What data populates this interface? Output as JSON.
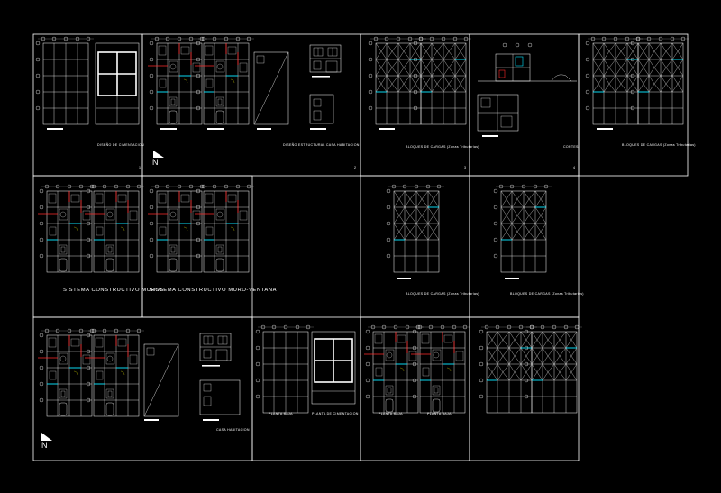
{
  "colors": {
    "background": "#000000",
    "line": "#ffffff",
    "accent_cyan": "#00e5ff",
    "accent_red": "#ff2a2a",
    "accent_yellow": "#ffff00"
  },
  "sheets": [
    {
      "id": "s1",
      "label": "DISEÑO DE CIMENTACION",
      "num": "1"
    },
    {
      "id": "s2",
      "label": "",
      "num": ""
    },
    {
      "id": "s3",
      "label": "DISEÑO ESTRUCTURAL CASA HABITACION",
      "num": "2"
    },
    {
      "id": "s4",
      "label": "BLOQUES DE CARGAS (Zonas Tributarias)",
      "num": "3"
    },
    {
      "id": "s5",
      "label": "CORTES",
      "num": "4"
    },
    {
      "id": "s6",
      "label": "BLOQUES DE CARGAS (Zonas Tributarias)",
      "num": ""
    },
    {
      "id": "s7",
      "label": "SISTEMA CONSTRUCTIVO MUROS",
      "num": ""
    },
    {
      "id": "s8",
      "label": "SISTEMA CONSTRUCTIVO MURO-VENTANA",
      "num": ""
    },
    {
      "id": "s9",
      "label": "BLOQUES DE CARGAS (Zonas Tributarias)",
      "num": ""
    },
    {
      "id": "s10",
      "label": "BLOQUES DE CARGAS (Zonas Tributarias)",
      "num": ""
    },
    {
      "id": "s11",
      "label": "CASA HABITACION",
      "num": ""
    },
    {
      "id": "s12a",
      "label": "PLANTA BAJA",
      "num": ""
    },
    {
      "id": "s12b",
      "label": "PLANTA DE CIMENTACION",
      "num": ""
    },
    {
      "id": "s13a",
      "label": "PLANTA BAJA",
      "num": ""
    },
    {
      "id": "s13b",
      "label": "PLANTA BAJA",
      "num": ""
    }
  ],
  "north_label": "N"
}
